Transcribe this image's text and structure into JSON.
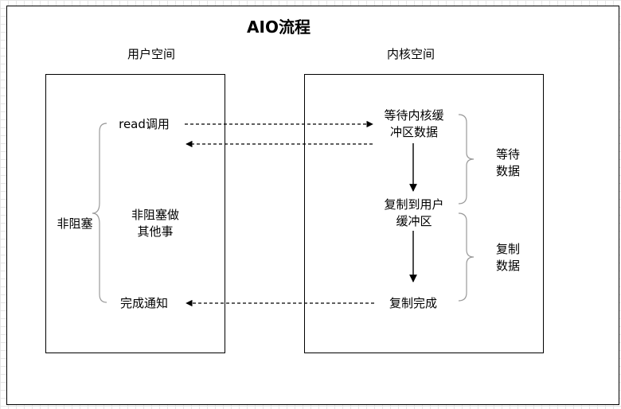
{
  "title": "AIO流程",
  "user_space": {
    "label": "用户空间",
    "side_label": "非阻塞",
    "read_call": "read调用",
    "do_other": "非阻塞做\n其他事",
    "complete_notify": "完成通知"
  },
  "kernel_space": {
    "label": "内核空间",
    "wait_buffer": "等待内核缓\n冲区数据",
    "copy_to_user": "复制到用户\n缓冲区",
    "copy_done": "复制完成"
  },
  "phases": {
    "wait_data": "等待\n数据",
    "copy_data": "复制\n数据"
  }
}
